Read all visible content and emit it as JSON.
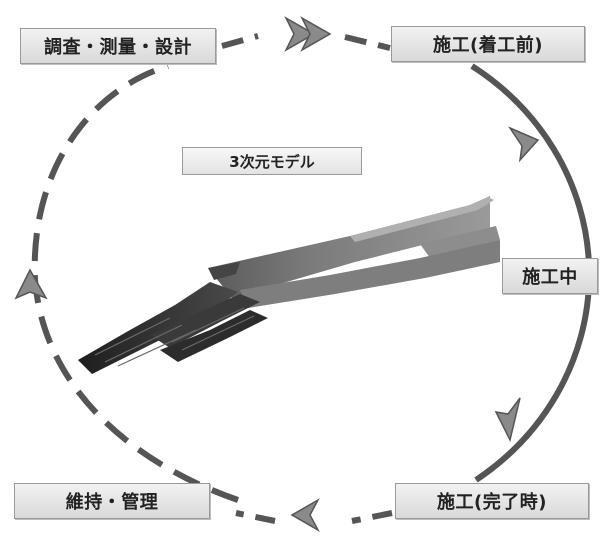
{
  "stages": {
    "survey": "調査・測量・設計",
    "construction_before": "施工(着工前)",
    "construction_during": "施工中",
    "construction_complete": "施工(完了時)",
    "maintenance": "維持・管理"
  },
  "center_label": "3次元モデル",
  "colors": {
    "cycle_line": "#555555",
    "arrow_fill": "#8a8a8a",
    "box_border": "#9a9a9a",
    "box_fill_top": "#f2f2f2",
    "box_fill_bottom": "#d9d9d9",
    "model_light": "#8f8f8f",
    "model_dark": "#2e2e2e"
  },
  "icons": {
    "cycle_arrows": "chevron-arrow-icon",
    "model": "3d-model-icon"
  }
}
